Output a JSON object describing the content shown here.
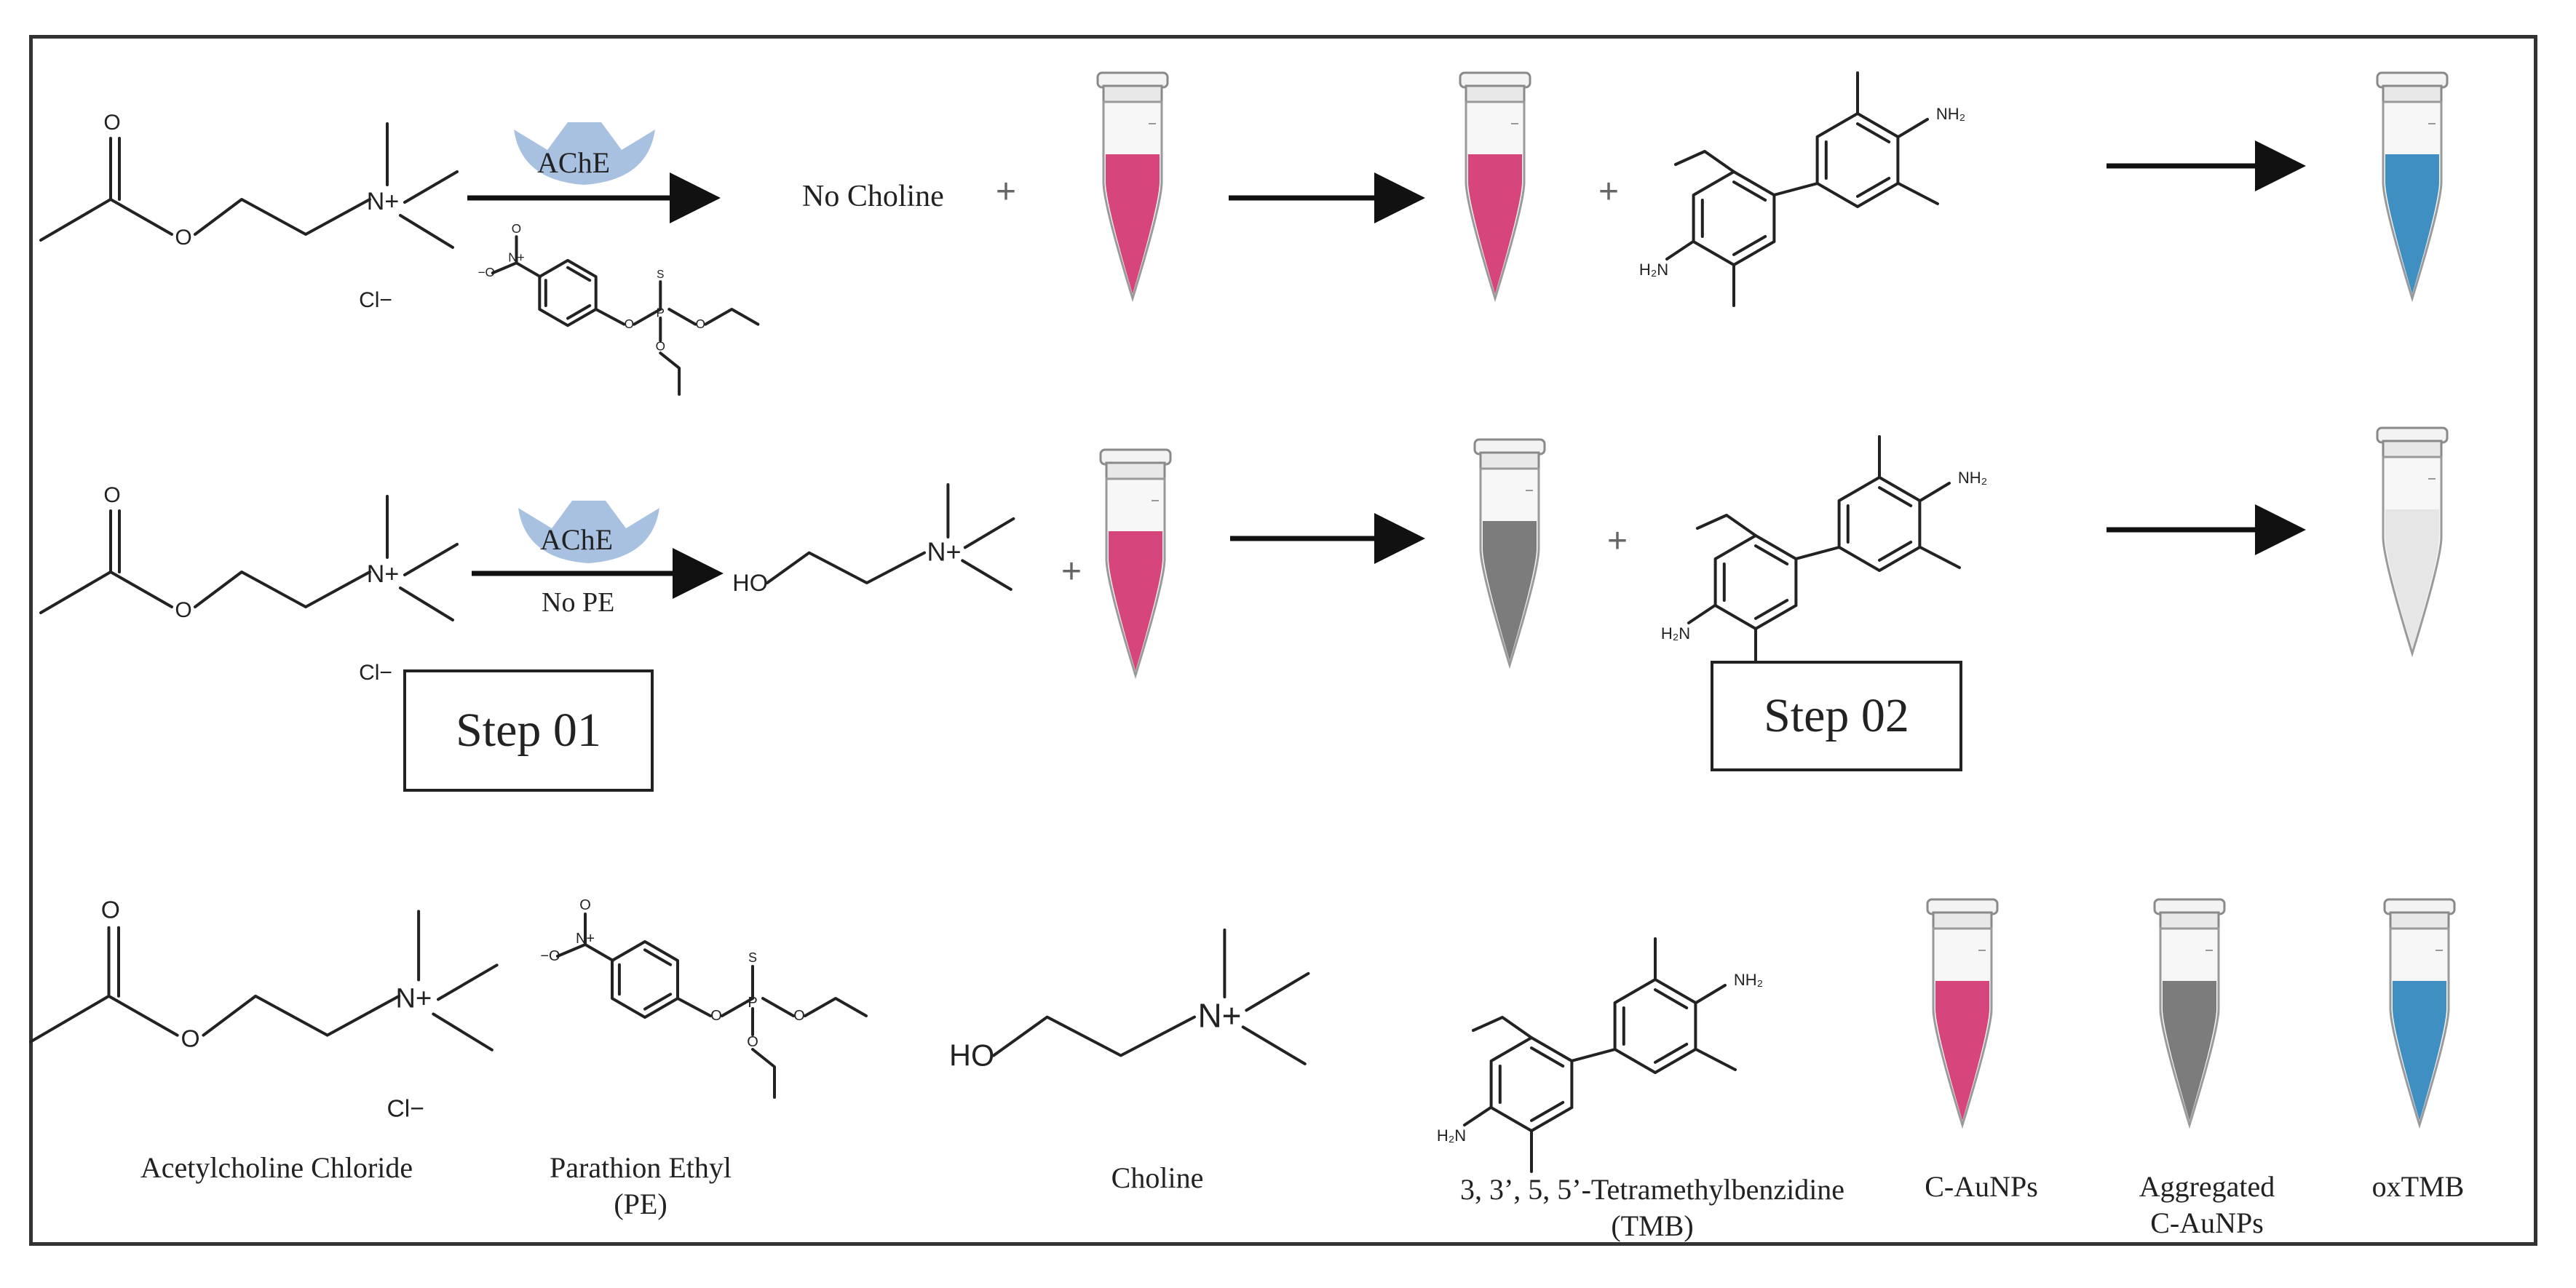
{
  "colors": {
    "pink": "#d6457b",
    "gray": "#7c7c7c",
    "blue": "#3f8fc2",
    "light": "#e6e6e6",
    "enzyme": "#a9c1e0"
  },
  "row1": {
    "enzyme_label": "AChE",
    "product_text": "No Choline",
    "plus": "+",
    "plus2": "+"
  },
  "row2": {
    "enzyme_label": "AChE",
    "condition_text": "No PE",
    "plus": "+",
    "plus2": "+"
  },
  "steps": {
    "step1": "Step  01",
    "step2": "Step 02"
  },
  "legend": {
    "acetylcholine_caption": "Acetylcholine Chloride",
    "parathion_caption_line1": "Parathion Ethyl",
    "parathion_caption_line2": "(PE)",
    "choline_caption": "Choline",
    "tmb_caption_line1": "3, 3’, 5, 5’-Tetramethylbenzidine",
    "tmb_caption_line2": "(TMB)",
    "cauNPs_caption": "C-AuNPs",
    "aggregated_caption_line1": "Aggregated",
    "aggregated_caption_line2": "C-AuNPs",
    "oxtmb_caption": "oxTMB"
  },
  "atom_labels": {
    "oxygen": "O",
    "nitrogen_plus": "N+",
    "chloride": "Cl−",
    "hydroxyl": "HO",
    "amine": "NH₂",
    "amine_left": "H₂N",
    "nitro_minus": "−O",
    "nitro_n": "N+",
    "phosphorus": "P",
    "sulfur": "S"
  }
}
